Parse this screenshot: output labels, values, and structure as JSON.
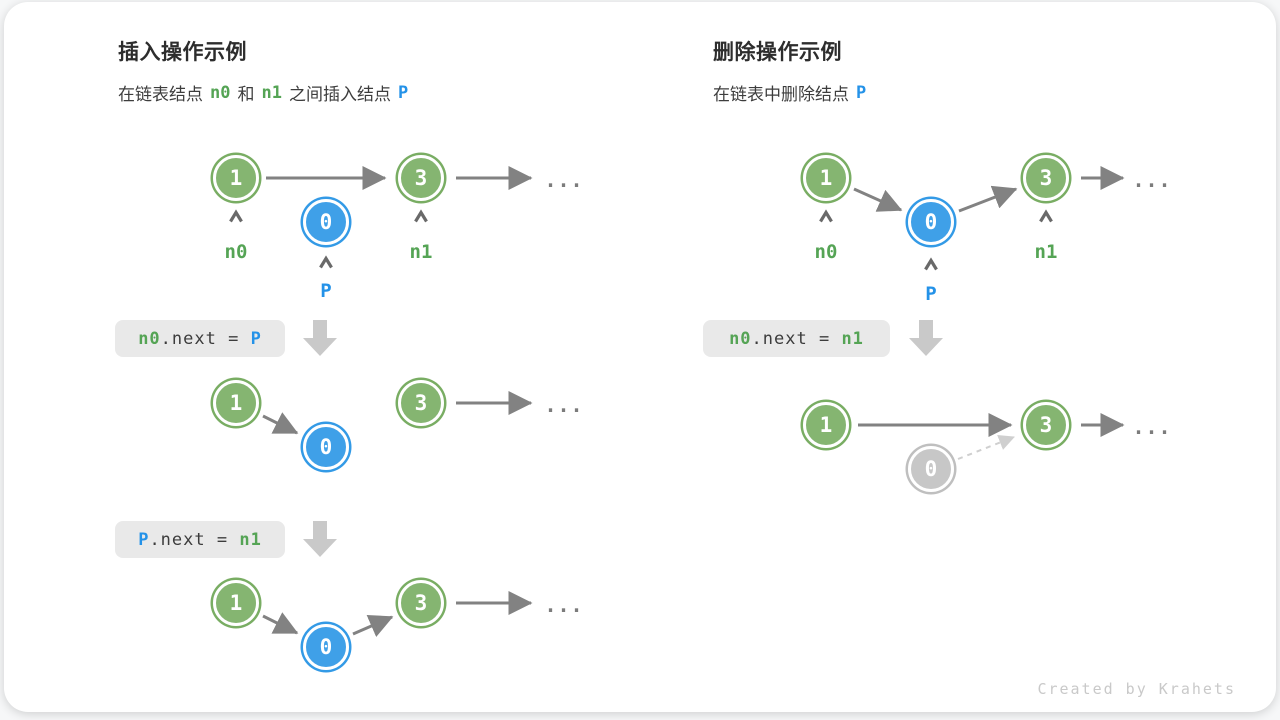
{
  "left_panel": {
    "title": "插入操作示例",
    "subtitle": {
      "p1": "在链表结点",
      "n0": "n0",
      "p2": "和",
      "n1": "n1",
      "p3": "之间插入结点",
      "P": "P"
    },
    "diagram1": {
      "node1": "1",
      "node0": "0",
      "node3": "3",
      "label_n0": "n0",
      "label_n1": "n1",
      "label_p": "P",
      "ellipsis": "..."
    },
    "code1": {
      "t1": "n0",
      "t2": ".next = ",
      "t3": "P"
    },
    "diagram2": {
      "node1": "1",
      "node0": "0",
      "node3": "3",
      "ellipsis": "..."
    },
    "code2": {
      "t1": "P",
      "t2": ".next = ",
      "t3": "n1"
    },
    "diagram3": {
      "node1": "1",
      "node0": "0",
      "node3": "3",
      "ellipsis": "..."
    }
  },
  "right_panel": {
    "title": "删除操作示例",
    "subtitle": {
      "p1": "在链表中删除结点",
      "P": "P"
    },
    "diagram1": {
      "node1": "1",
      "node0": "0",
      "node3": "3",
      "label_n0": "n0",
      "label_n1": "n1",
      "label_p": "P",
      "ellipsis": "..."
    },
    "code1": {
      "t1": "n0",
      "t2": ".next = ",
      "t3": "n1"
    },
    "diagram2": {
      "node1": "1",
      "node0": "0",
      "node3": "3",
      "ellipsis": "..."
    }
  },
  "footer": {
    "credit": "Created by Krahets"
  },
  "colors": {
    "node_green_fill": "#85b571",
    "node_green_ring": "#79ad63",
    "node_blue_fill": "#3fa0e8",
    "node_blue_ring": "#339ae6",
    "node_faded_fill": "#c7c7c7",
    "label_green": "#55a455",
    "label_blue": "#2492e8",
    "arrow_gray": "#828282",
    "dashed_gray": "#cfcfcf",
    "block_arrow_gray": "#c9c9c9",
    "code_box_bg": "#e9e9e9",
    "credit_gray": "#c9c9c9"
  }
}
